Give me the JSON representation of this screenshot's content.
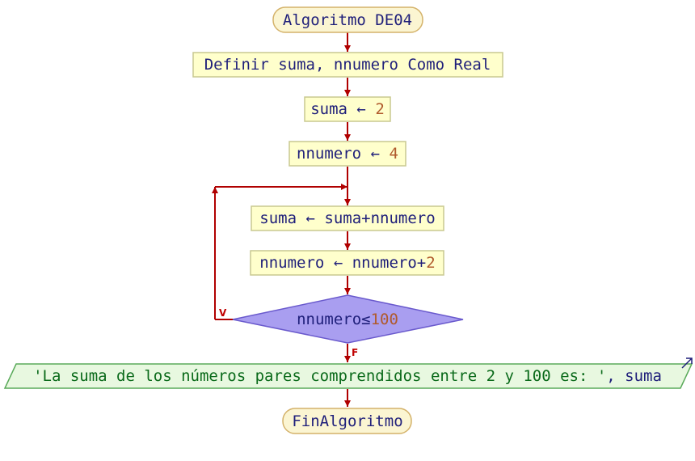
{
  "diagram": {
    "start": "Algoritmo DE04",
    "define": "Definir suma, nnumero Como Real",
    "assign1": {
      "var": "suma",
      "op": "←",
      "val": "2"
    },
    "assign2": {
      "var": "nnumero",
      "op": "←",
      "val": "4"
    },
    "loop_body1": {
      "var": "suma",
      "op": "←",
      "expr": "suma+nnumero"
    },
    "loop_body2": {
      "var": "nnumero",
      "op": "←",
      "expr": "nnumero+",
      "val": "2"
    },
    "condition": {
      "var": "nnumero≤",
      "val": "100"
    },
    "true_label": "V",
    "false_label": "F",
    "output": {
      "str": "'La suma de los números pares comprendidos entre 2 y 100 es: '",
      "rest": ", suma"
    },
    "end": "FinAlgoritmo"
  },
  "colors": {
    "terminal_fill": "#fbf5d2",
    "terminal_stroke": "#d4b26a",
    "process_fill": "#ffffcc",
    "process_stroke": "#c8c890",
    "decision_fill": "#a99ef0",
    "decision_stroke": "#6a5acd",
    "output_fill": "#e8f8e0",
    "output_stroke": "#5aaa5a",
    "connector": "#b00000",
    "keyword": "#1f1f7a",
    "number": "#b05a2c",
    "string": "#0a6a1a"
  }
}
